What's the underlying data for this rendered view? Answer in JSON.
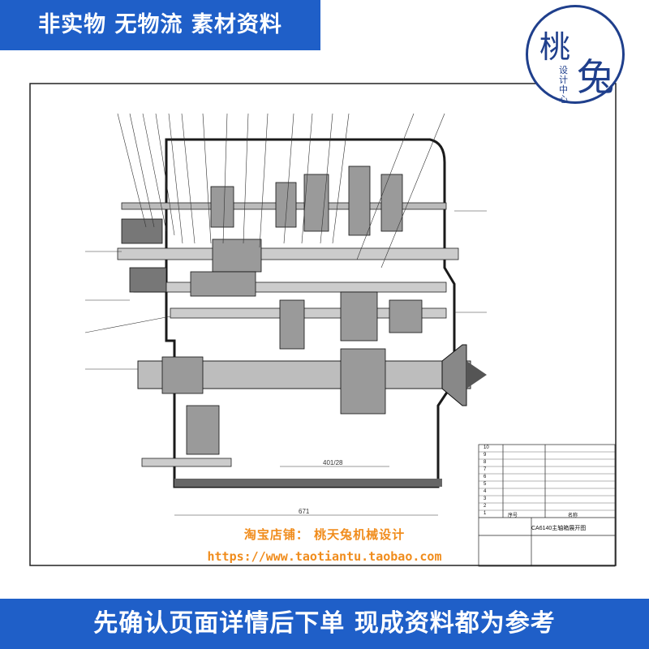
{
  "top_banner": {
    "text": "非实物 无物流 素材资料"
  },
  "bottom_banner": {
    "text": "先确认页面详情后下单 现成资料都为参考"
  },
  "logo": {
    "char_a": "桃",
    "char_b": "兔",
    "subtitle": "设计中心"
  },
  "watermark": {
    "shop_line": "淘宝店铺：  桃天兔机械设计",
    "url_line": "https://www.taotiantu.taobao.com"
  },
  "drawing": {
    "dimension_671": "671",
    "dimension_inner": "401/28",
    "title_block_name": "CA6140主轴箱展开图",
    "parts_table": {
      "rows": [
        "10",
        "9",
        "8",
        "7",
        "6",
        "5",
        "4",
        "3",
        "2",
        "1"
      ],
      "header": "序号",
      "name_header": "名称"
    }
  },
  "colors": {
    "banner": "#1f5fc8",
    "watermark": "#f08c1c",
    "logo": "#1f3f8c",
    "line": "#1a1a1a"
  }
}
